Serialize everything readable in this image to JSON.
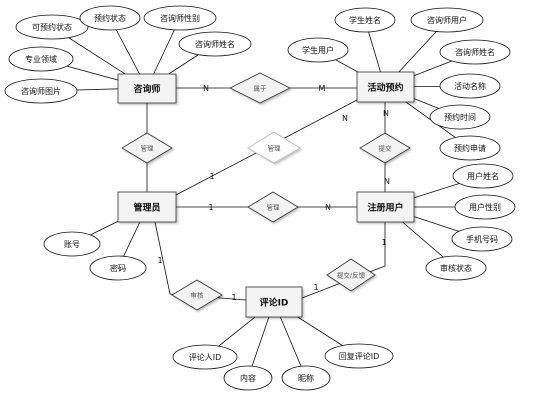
{
  "entities": {
    "counselor": "咨询师",
    "activity_booking": "活动预约",
    "admin": "管理员",
    "registered_user": "注册用户",
    "comment_id": "评论ID"
  },
  "relationships": {
    "belongs_to": "属于",
    "manage_counselor": "管理",
    "manage_activity": "管理",
    "submit": "提交",
    "manage_user": "管理",
    "review": "审核",
    "submit_feedback": "提交/反馈"
  },
  "attributes": {
    "counselor": [
      "可预约状态",
      "预约状态",
      "咨询师性别",
      "咨询师姓名",
      "专业领域",
      "咨询师图片"
    ],
    "activity_booking": [
      "学生姓名",
      "咨询师用户",
      "学生用户",
      "咨询师姓名",
      "活动名称",
      "预约时间",
      "预约申请"
    ],
    "registered_user": [
      "用户姓名",
      "用户性别",
      "手机号码",
      "审核状态"
    ],
    "admin": [
      "账号",
      "密码"
    ],
    "comment_id": [
      "评论人ID",
      "内容",
      "昵称",
      "回复评论ID"
    ]
  },
  "cardinalities": {
    "counselor_belongs": "N",
    "belongs_activity": "M",
    "admin_manage_activity": "1",
    "manage_activity_end": "N",
    "activity_submit": "N",
    "submit_user": "N",
    "admin_manage_user": "1",
    "manage_user_end": "N",
    "admin_review": "1",
    "review_comment": "1",
    "user_feedback": "1",
    "feedback_comment": "1"
  }
}
